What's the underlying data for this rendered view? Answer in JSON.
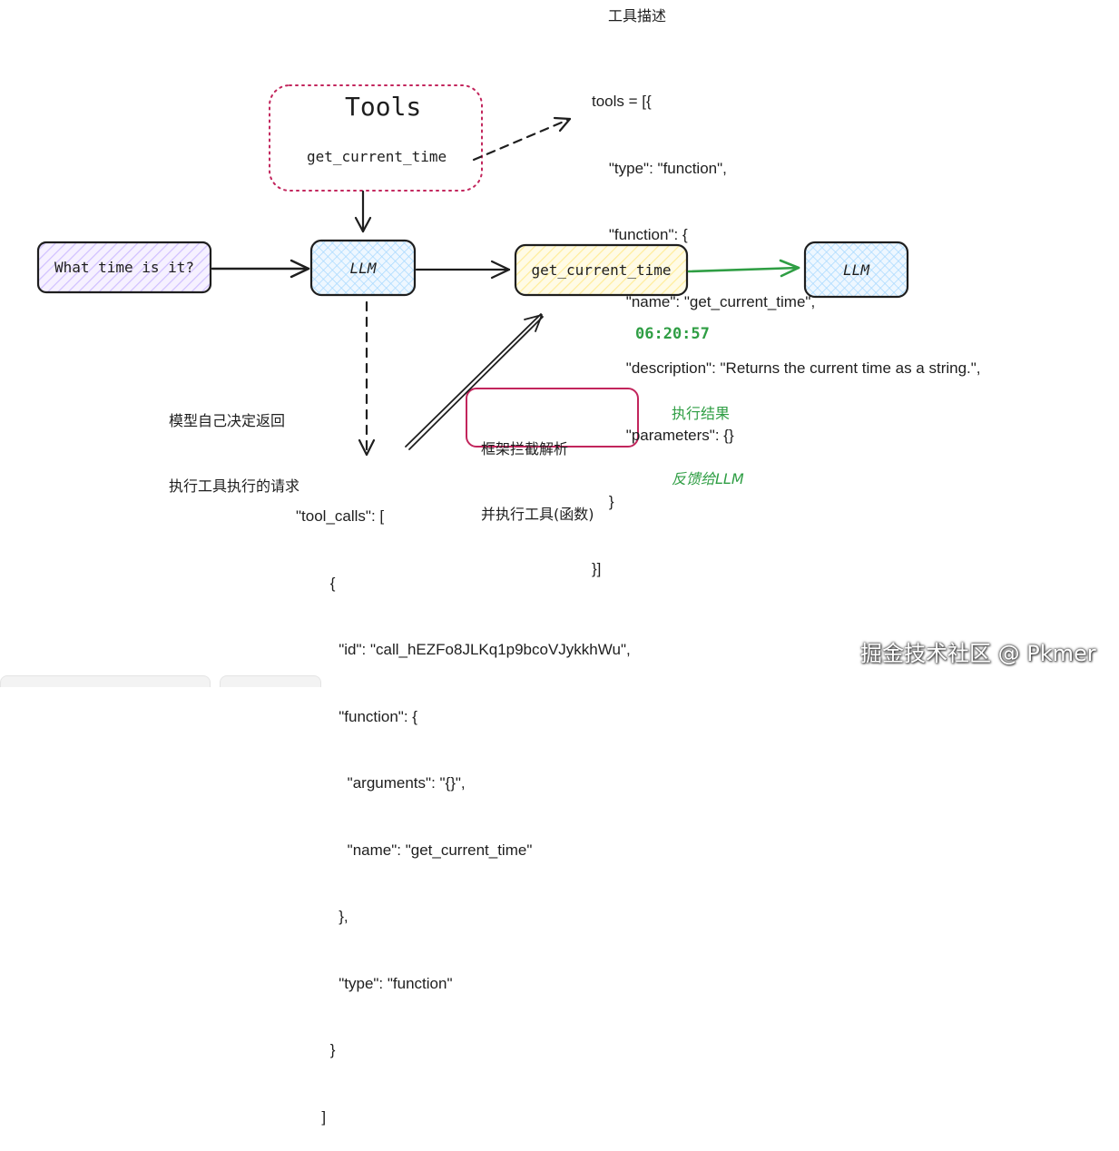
{
  "tool_desc_title": "工具描述",
  "tools_code": [
    "tools = [{",
    "    \"type\": \"function\",",
    "    \"function\": {",
    "        \"name\": \"get_current_time\",",
    "        \"description\": \"Returns the current time as a string.\",",
    "        \"parameters\": {}",
    "    }",
    "}]"
  ],
  "tools_box": {
    "title": "Tools",
    "item": "get_current_time"
  },
  "nodes": {
    "question": "What time is it?",
    "llm_1": "LLM",
    "function_node": "get_current_time",
    "llm_2": "LLM"
  },
  "result_time": "06:20:57",
  "feedback_label": [
    "执行结果",
    "反馈给LLM"
  ],
  "decision_label": [
    "模型自己决定返回",
    "执行工具执行的请求"
  ],
  "framework_label": [
    "框架拦截解析",
    "并执行工具(函数)"
  ],
  "tool_calls_code": [
    "\"tool_calls\": [",
    "        {",
    "          \"id\": \"call_hEZFo8JLKq1p9bcoVJykkhWu\",",
    "          \"function\": {",
    "            \"arguments\": \"{}\",",
    "            \"name\": \"get_current_time\"",
    "          },",
    "          \"type\": \"function\"",
    "        }",
    "      ]"
  ],
  "watermark": "掘金技术社区 @ Pkmer",
  "colors": {
    "stroke": "#1e1e1e",
    "question_fill": "#d0bfff",
    "llm_fill": "#a5d8ff",
    "function_fill": "#ffec99",
    "tools_border": "#c2255c",
    "framework_border": "#c2255c",
    "result_green": "#2f9e44"
  }
}
